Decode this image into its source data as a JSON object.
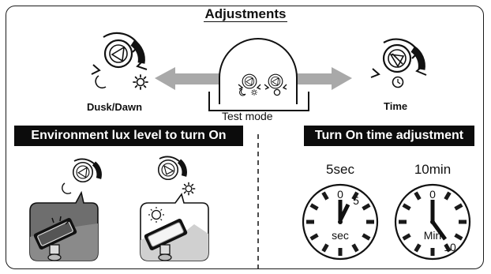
{
  "title": "Adjustments",
  "top": {
    "left_caption": "Dusk/Dawn",
    "right_caption": "Time",
    "center_caption": "Test mode"
  },
  "banners": {
    "left": "Environment lux level to turn On",
    "right": "Turn On time adjustment"
  },
  "clocks": [
    {
      "title": "5sec",
      "marks": [
        "0",
        "5"
      ],
      "unit": "sec"
    },
    {
      "title": "10min",
      "marks": [
        "0",
        "10"
      ],
      "unit": "Min"
    }
  ],
  "colors": {
    "banner_bg": "#0c0c0c",
    "arrow_gray": "#a9a9a9",
    "scene_dark": "#707070",
    "scene_light": "#d0d0d0"
  },
  "icons": [
    "knob-icon",
    "moon-icon",
    "sun-icon",
    "clock-icon",
    "arrow-left-icon",
    "arrow-right-icon",
    "sensor-lamp-icon"
  ]
}
